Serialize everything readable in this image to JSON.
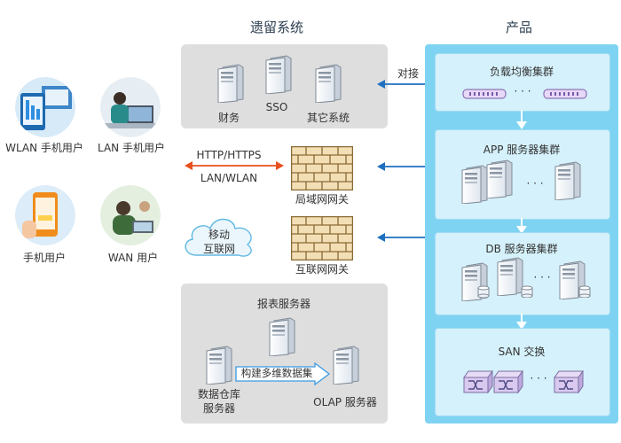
{
  "legacy": {
    "title": "遗留系统",
    "servers": [
      "财务",
      "SSO",
      "其它系统"
    ],
    "gateway_lan": "局域网网关",
    "gateway_internet": "互联网网关",
    "report": {
      "title": "报表服务器",
      "warehouse_line1": "数据仓库",
      "warehouse_line2": "服务器",
      "arrow_label": "构建多维数据集",
      "olap": "OLAP 服务器"
    }
  },
  "product": {
    "title": "产品",
    "dock_label": "对接",
    "load_balancer": "负载均衡集群",
    "app_cluster": "APP 服务器集群",
    "db_cluster": "DB 服务器集群",
    "san": "SAN 交换",
    "ellipsis": "· · ·"
  },
  "protocols": {
    "http": "HTTP/HTTPS",
    "lan": "LAN/WLAN"
  },
  "mobile_cloud": {
    "line1": "移动",
    "line2": "互联网"
  },
  "users": [
    "WLAN 手机用户",
    "LAN 手机用户",
    "手机用户",
    "WAN 用户"
  ],
  "colors": {
    "arrow_blue": "#1f6fc0",
    "arrow_orange": "#e8501e",
    "product_bg": "#7fd3f2",
    "legacy_bg": "#dedede"
  }
}
